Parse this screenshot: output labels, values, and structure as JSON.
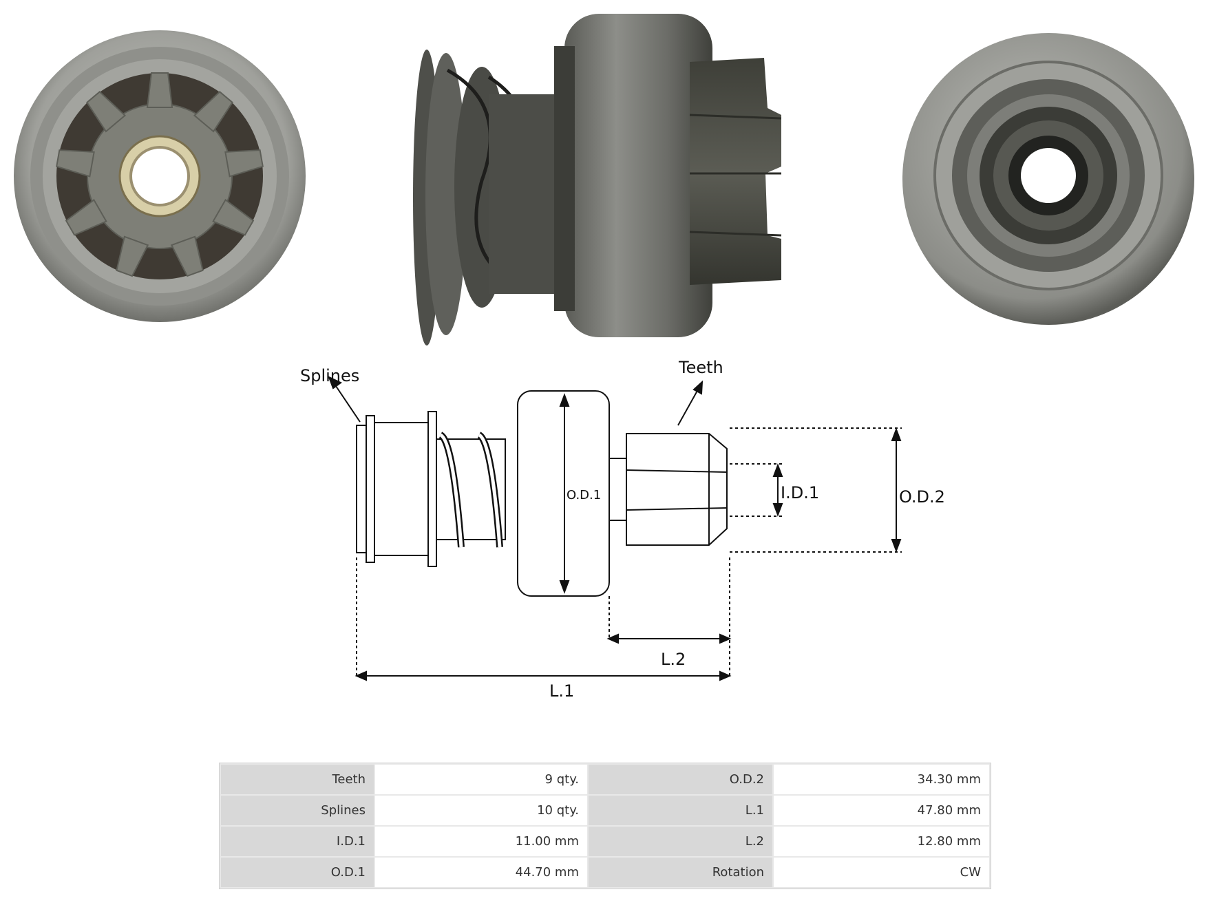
{
  "diagram_labels": {
    "splines": "Splines",
    "teeth": "Teeth",
    "od1": "O.D.1",
    "id1": "I.D.1",
    "od2": "O.D.2",
    "l2": "L.2",
    "l1": "L.1"
  },
  "specs": {
    "rows": [
      {
        "label_a": "Teeth",
        "value_a": "9 qty.",
        "label_b": "O.D.2",
        "value_b": "34.30 mm"
      },
      {
        "label_a": "Splines",
        "value_a": "10 qty.",
        "label_b": "L.1",
        "value_b": "47.80 mm"
      },
      {
        "label_a": "I.D.1",
        "value_a": "11.00 mm",
        "label_b": "L.2",
        "value_b": "12.80 mm"
      },
      {
        "label_a": "O.D.1",
        "value_a": "44.70 mm",
        "label_b": "Rotation",
        "value_b": "CW"
      }
    ]
  },
  "colors": {
    "metal_light": "#a9aaa5",
    "metal_dark": "#4a4b46",
    "table_label_bg": "#d8d8d8"
  }
}
